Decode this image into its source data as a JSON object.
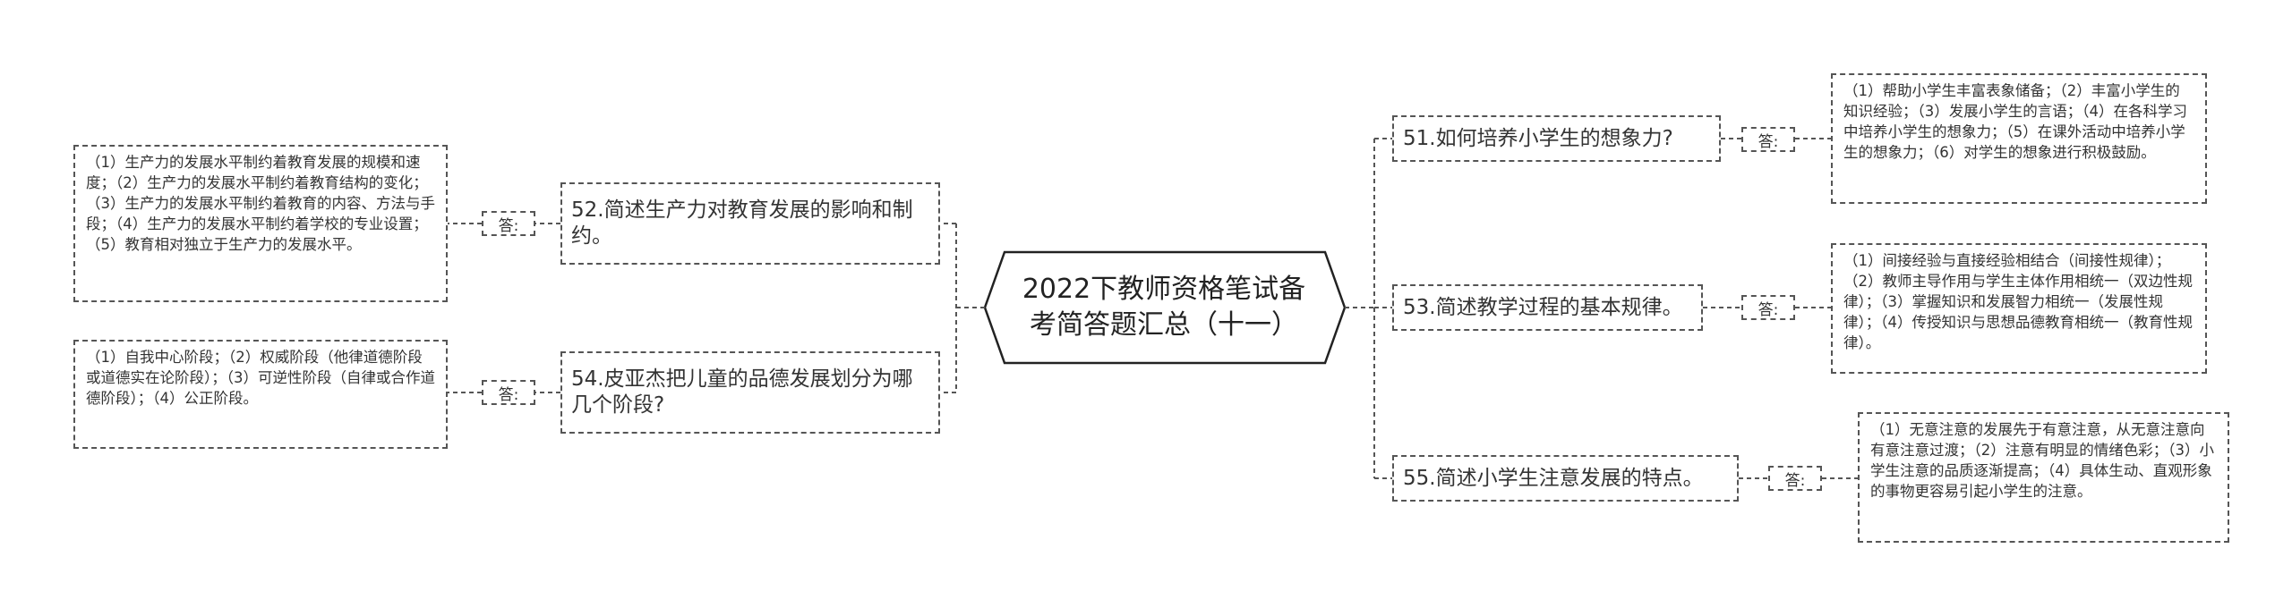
{
  "root": {
    "title": "2022下教师资格笔试备考简答题汇总（十一）"
  },
  "answer_label": "答:",
  "questions": [
    {
      "question": "51.如何培养小学生的想象力?",
      "answer": "（1）帮助小学生丰富表象储备；（2）丰富小学生的知识经验；（3）发展小学生的言语；（4）在各科学习中培养小学生的想象力；（5）在课外活动中培养小学生的想象力；（6）对学生的想象进行积极鼓励。"
    },
    {
      "question": "53.简述教学过程的基本规律。",
      "answer": "（1）间接经验与直接经验相结合（间接性规律）；（2）教师主导作用与学生主体作用相统一（双边性规律）；（3）掌握知识和发展智力相统一（发展性规律）；（4）传授知识与思想品德教育相统一（教育性规律）。"
    },
    {
      "question": "55.简述小学生注意发展的特点。",
      "answer": "（1）无意注意的发展先于有意注意，从无意注意向有意注意过渡；（2）注意有明显的情绪色彩；（3）小学生注意的品质逐渐提高；（4）具体生动、直观形象的事物更容易引起小学生的注意。"
    },
    {
      "question": "52.简述生产力对教育发展的影响和制约。",
      "answer": "（1）生产力的发展水平制约着教育发展的规模和速度；（2）生产力的发展水平制约着教育结构的变化；（3）生产力的发展水平制约着教育的内容、方法与手段；（4）生产力的发展水平制约着学校的专业设置；（5）教育相对独立于生产力的发展水平。"
    },
    {
      "question": "54.皮亚杰把儿童的品德发展划分为哪几个阶段?",
      "answer": "（1）自我中心阶段；（2）权威阶段（他律道德阶段或道德实在论阶段）；（3）可逆性阶段（自律或合作道德阶段）；（4）公正阶段。"
    }
  ]
}
